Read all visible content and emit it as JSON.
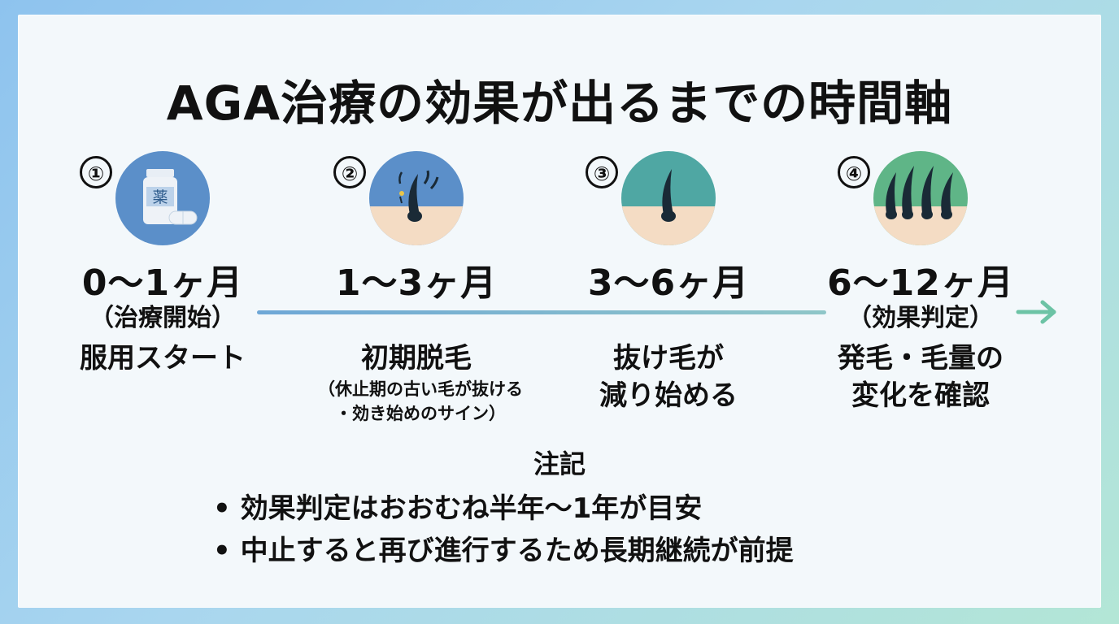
{
  "title": "AGA治療の効果が出るまでの時間軸",
  "stages": [
    {
      "number": "①",
      "icon": "medicine-bottle-icon",
      "icon_text": "薬",
      "period": "0〜1ヶ月",
      "sublabel": "（治療開始）",
      "desc": "服用スタート",
      "desc_small": ""
    },
    {
      "number": "②",
      "icon": "hair-shedding-icon",
      "period": "1〜3ヶ月",
      "sublabel": "",
      "desc": "初期脱毛",
      "desc_small": "（休止期の古い毛が抜ける\n・効き始めのサイン）"
    },
    {
      "number": "③",
      "icon": "single-hair-icon",
      "period": "3〜6ヶ月",
      "sublabel": "",
      "desc": "抜け毛が\n減り始める",
      "desc_small": ""
    },
    {
      "number": "④",
      "icon": "hair-growth-icon",
      "period": "6〜12ヶ月",
      "sublabel": "（効果判定）",
      "desc": "発毛・毛量の\n変化を確認",
      "desc_small": ""
    }
  ],
  "notes": {
    "title": "注記",
    "items": [
      "• 効果判定はおおむね半年〜1年が目安",
      "• 中止すると再び進行するため長期継続が前提"
    ]
  },
  "colors": {
    "icon_blue": "#5b8fc9",
    "icon_teal": "#4fa7a3",
    "icon_green": "#5fb587",
    "skin": "#f4dcc4",
    "timeline": "#7fb3d3",
    "arrow": "#6cc3a5"
  }
}
